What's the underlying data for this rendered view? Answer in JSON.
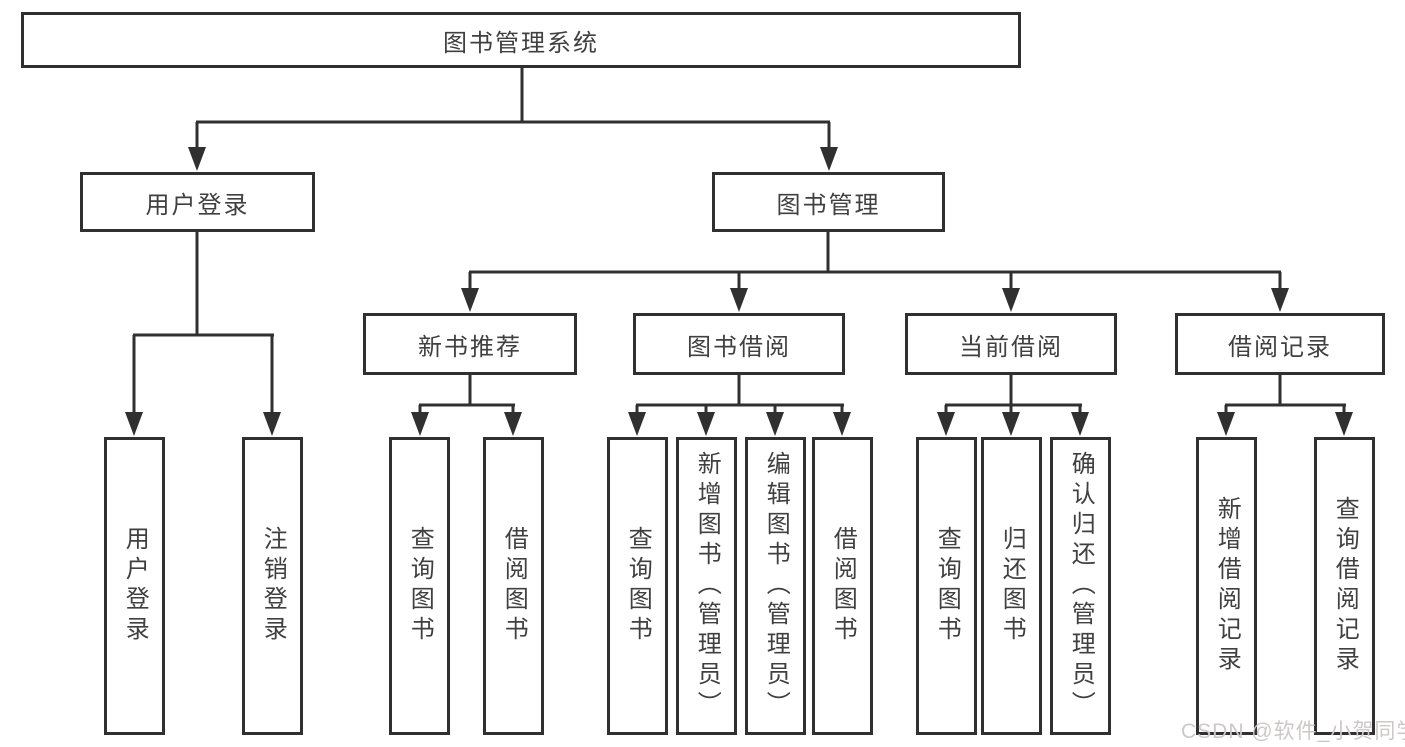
{
  "tree": {
    "root": {
      "label": "图书管理系统"
    },
    "branches": [
      {
        "label": "用户登录",
        "children": [
          "用户登录",
          "注销登录"
        ]
      },
      {
        "label": "图书管理",
        "children": [
          {
            "label": "新书推荐",
            "children": [
              "查询图书",
              "借阅图书"
            ]
          },
          {
            "label": "图书借阅",
            "children": [
              "查询图书",
              "新增图书（管理员）",
              "编辑图书（管理员）",
              "借阅图书"
            ]
          },
          {
            "label": "当前借阅",
            "children": [
              "查询图书",
              "归还图书",
              "确认归还（管理员）"
            ]
          },
          {
            "label": "借阅记录",
            "children": [
              "新增借阅记录",
              "查询借阅记录"
            ]
          }
        ]
      }
    ]
  },
  "watermark": {
    "text": "CSDN @软件_小贺同学"
  },
  "colors": {
    "line": "#303030",
    "text": "#404040",
    "box_bg": "#ffffff",
    "page_bg": "#ffffff",
    "watermark": "#cdc8c8"
  }
}
